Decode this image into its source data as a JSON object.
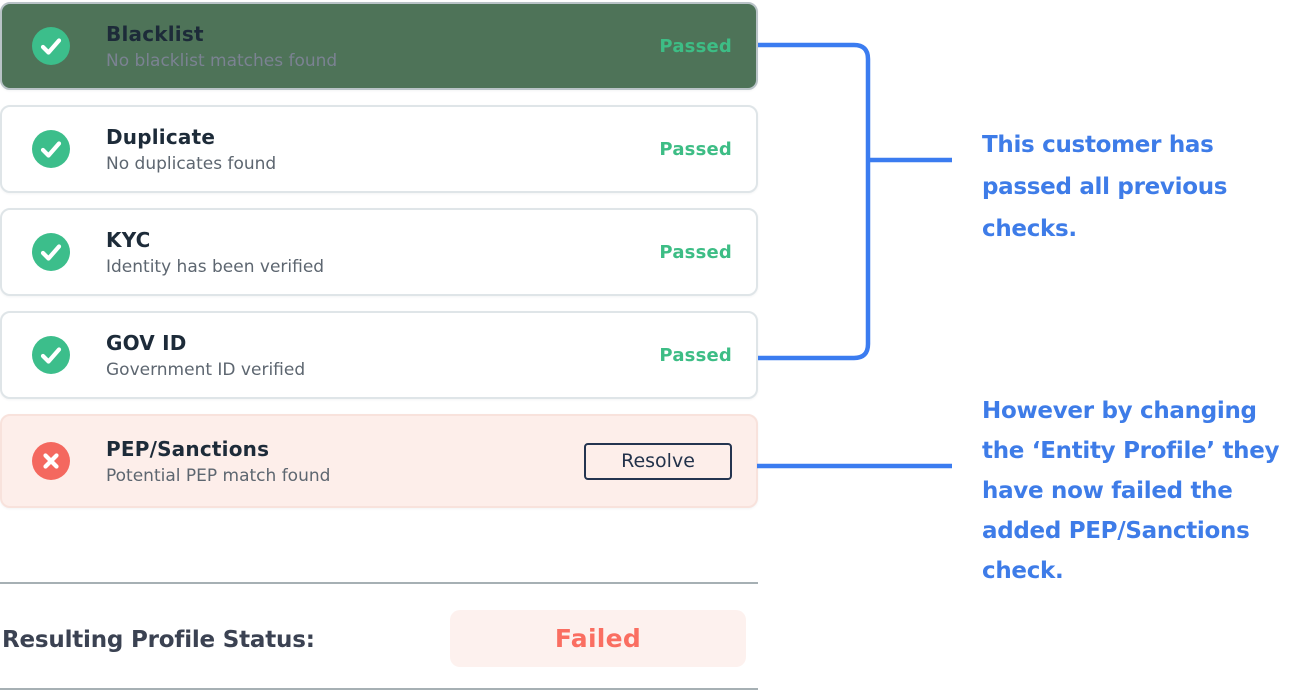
{
  "checks": [
    {
      "title": "Blacklist",
      "subtitle": "No blacklist matches found",
      "status": "Passed",
      "state": "passed",
      "emphasis": true,
      "icon": "check-icon"
    },
    {
      "title": "Duplicate",
      "subtitle": "No duplicates found",
      "status": "Passed",
      "state": "passed",
      "emphasis": false,
      "icon": "check-icon"
    },
    {
      "title": "KYC",
      "subtitle": "Identity has been verified",
      "status": "Passed",
      "state": "passed",
      "emphasis": false,
      "icon": "check-icon"
    },
    {
      "title": "GOV ID",
      "subtitle": "Government ID verified",
      "status": "Passed",
      "state": "passed",
      "emphasis": false,
      "icon": "check-icon"
    },
    {
      "title": "PEP/Sanctions",
      "subtitle": "Potential PEP match found",
      "state": "failed",
      "action_label": "Resolve",
      "emphasis": false,
      "icon": "cross-icon"
    }
  ],
  "status_row": {
    "label": "Resulting Profile Status:",
    "value": "Failed"
  },
  "annotations": {
    "passed_note": "This customer has\npassed all previous\nchecks.",
    "failed_note": "However by changing\nthe ‘Entity Profile’ they\nhave now failed the\nadded PEP/Sanctions\ncheck."
  },
  "colors": {
    "connector_blue": "#3b7cf0",
    "annotation_blue": "#3e7ce8",
    "passed_green": "#3dbd85",
    "check_circle_green": "#3cbe8b",
    "cross_circle_red": "#f4685f",
    "failed_text_red": "#fa6e61",
    "highlight_card_bg": "#4e7358",
    "failed_card_bg": "#fdeeea",
    "failed_badge_bg": "#fdf1ee",
    "title_color": "#1d2b39",
    "subtitle_color": "#5d6670",
    "divider_color": "#a6b0b4"
  }
}
